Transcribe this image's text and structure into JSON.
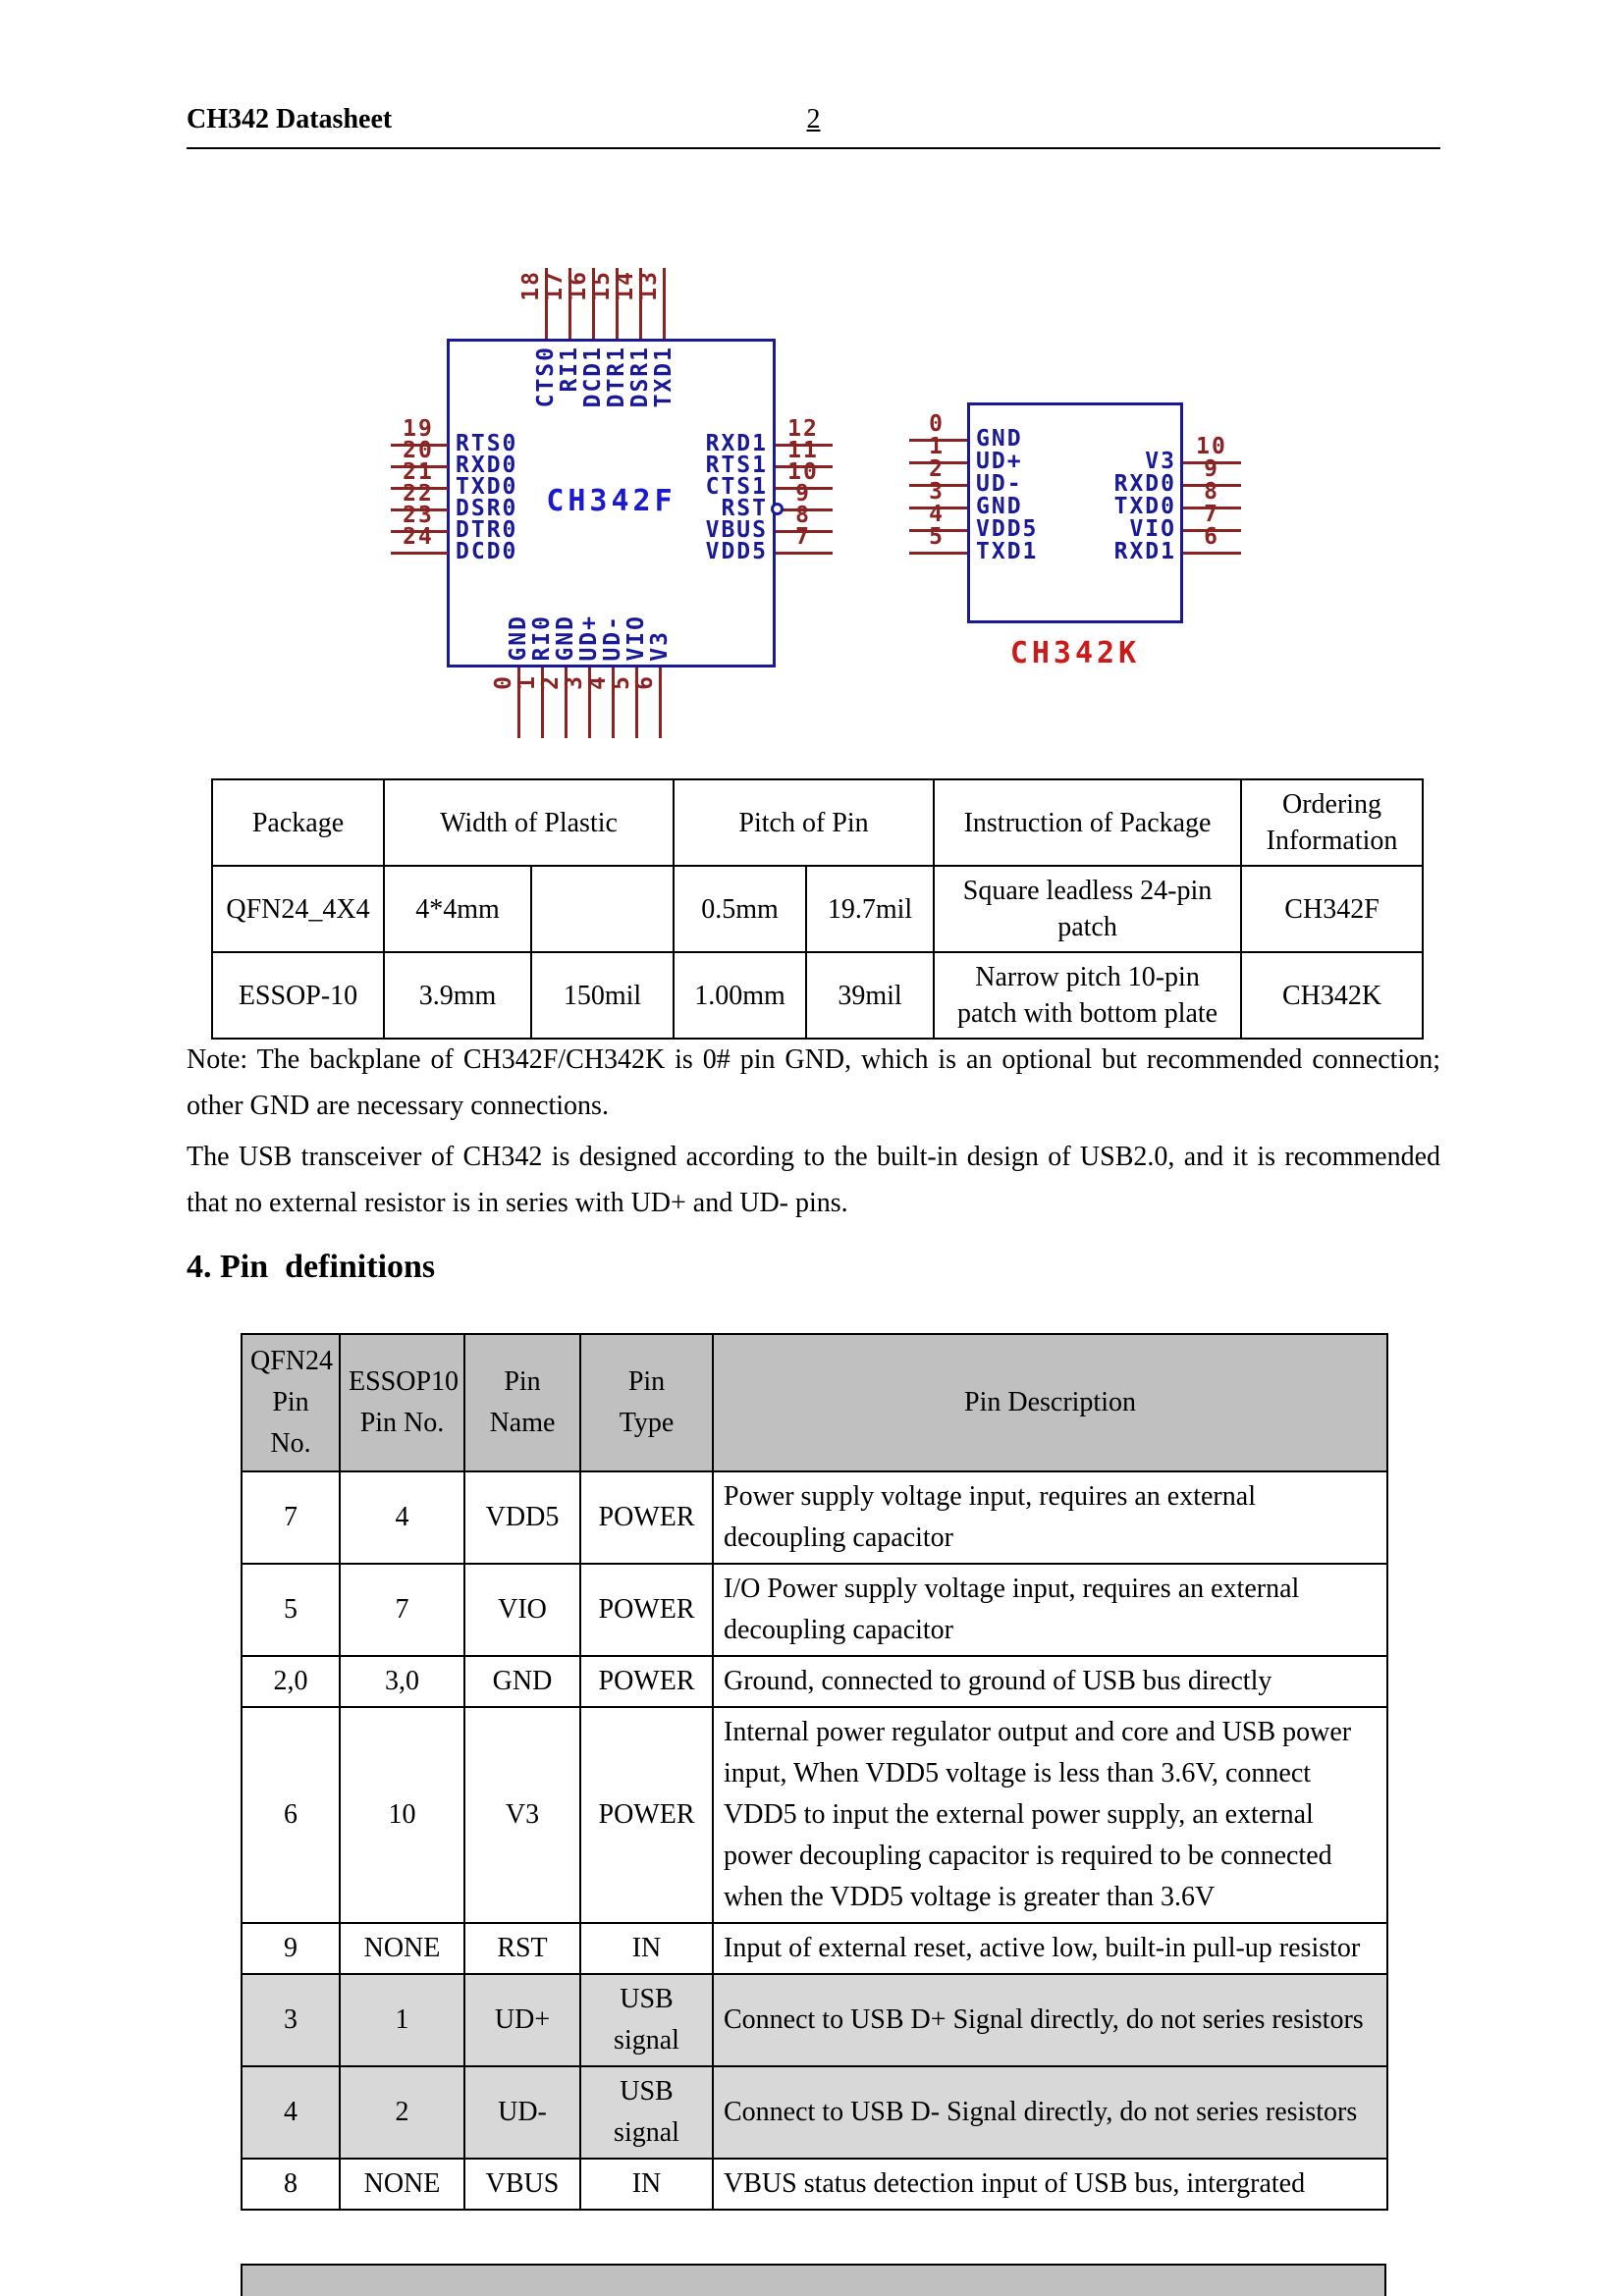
{
  "header": {
    "title": "CH342 Datasheet",
    "page_number": "2"
  },
  "colors": {
    "diagram_outline": "#1a1a99",
    "diagram_pin": "#8b2323",
    "chipf_label": "#1a1acc",
    "chipk_label": "#cc1a1a",
    "table_header_bg": "#c0c0c0",
    "shaded_row_bg": "#d8d8d8"
  },
  "diagrams": {
    "ch342f": {
      "label": "CH342F",
      "top_pins": [
        {
          "num": "18",
          "name": "CTS0"
        },
        {
          "num": "17",
          "name": "RI1"
        },
        {
          "num": "16",
          "name": "DCD1"
        },
        {
          "num": "15",
          "name": "DTR1"
        },
        {
          "num": "14",
          "name": "DSR1"
        },
        {
          "num": "13",
          "name": "TXD1"
        }
      ],
      "left_pins": [
        {
          "num": "19",
          "name": "RTS0"
        },
        {
          "num": "20",
          "name": "RXD0"
        },
        {
          "num": "21",
          "name": "TXD0"
        },
        {
          "num": "22",
          "name": "DSR0"
        },
        {
          "num": "23",
          "name": "DTR0"
        },
        {
          "num": "24",
          "name": "DCD0"
        }
      ],
      "right_pins": [
        {
          "num": "12",
          "name": "RXD1",
          "circle": false
        },
        {
          "num": "11",
          "name": "RTS1",
          "circle": false
        },
        {
          "num": "10",
          "name": "CTS1",
          "circle": false
        },
        {
          "num": "9",
          "name": "RST",
          "circle": true
        },
        {
          "num": "8",
          "name": "VBUS",
          "circle": false
        },
        {
          "num": "7",
          "name": "VDD5",
          "circle": false
        }
      ],
      "bottom_pins": [
        {
          "num": "0",
          "name": "GND"
        },
        {
          "num": "1",
          "name": "RI0"
        },
        {
          "num": "2",
          "name": "GND"
        },
        {
          "num": "3",
          "name": "UD+"
        },
        {
          "num": "4",
          "name": "UD-"
        },
        {
          "num": "5",
          "name": "VIO"
        },
        {
          "num": "6",
          "name": "V3"
        }
      ]
    },
    "ch342k": {
      "label": "CH342K",
      "left_pins": [
        {
          "num": "0",
          "name": "GND"
        },
        {
          "num": "1",
          "name": "UD+"
        },
        {
          "num": "2",
          "name": "UD-"
        },
        {
          "num": "3",
          "name": "GND"
        },
        {
          "num": "4",
          "name": "VDD5"
        },
        {
          "num": "5",
          "name": "TXD1"
        }
      ],
      "right_pins": [
        {
          "num": "10",
          "name": "V3"
        },
        {
          "num": "9",
          "name": "RXD0"
        },
        {
          "num": "8",
          "name": "TXD0"
        },
        {
          "num": "7",
          "name": "VIO"
        },
        {
          "num": "6",
          "name": "RXD1"
        }
      ]
    }
  },
  "package_table": {
    "header": [
      {
        "label": "Package",
        "colspan": 1
      },
      {
        "label": "Width of Plastic",
        "colspan": 2
      },
      {
        "label": "Pitch of Pin",
        "colspan": 2
      },
      {
        "label": "Instruction of Package",
        "colspan": 1
      },
      {
        "label": "Ordering\nInformation",
        "colspan": 1
      }
    ],
    "rows": [
      [
        "QFN24_4X4",
        "4*4mm",
        "",
        "0.5mm",
        "19.7mil",
        "Square leadless 24-pin patch",
        "CH342F"
      ],
      [
        "ESSOP-10",
        "3.9mm",
        "150mil",
        "1.00mm",
        "39mil",
        "Narrow pitch 10-pin patch with bottom plate",
        "CH342K"
      ]
    ]
  },
  "paragraphs": {
    "note": "Note: The backplane of CH342F/CH342K is 0# pin GND, which is an optional but recommended connection; other GND are necessary connections.",
    "usb": "The USB transceiver of CH342 is designed according to the built-in design of USB2.0, and it is recommended that no external resistor is in series with UD+ and UD- pins."
  },
  "section": {
    "title": "4. Pin  definitions"
  },
  "pin_table": {
    "header": [
      "QFN24\nPin No.",
      "ESSOP10\nPin No.",
      "Pin\nName",
      "Pin\nType",
      "Pin Description"
    ],
    "rows": [
      {
        "cells": [
          "7",
          "4",
          "VDD5",
          "POWER",
          "Power supply voltage input, requires an external decoupling capacitor"
        ],
        "shaded": false
      },
      {
        "cells": [
          "5",
          "7",
          "VIO",
          "POWER",
          "I/O Power supply voltage input, requires an external decoupling capacitor"
        ],
        "shaded": false
      },
      {
        "cells": [
          "2,0",
          "3,0",
          "GND",
          "POWER",
          "Ground, connected to ground of USB bus directly"
        ],
        "shaded": false
      },
      {
        "cells": [
          "6",
          "10",
          "V3",
          "POWER",
          "Internal power regulator output and core and USB power input, When VDD5 voltage is less than 3.6V, connect VDD5 to input the external power supply, an external power decoupling capacitor is required to be connected when the VDD5 voltage is greater than 3.6V"
        ],
        "shaded": false
      },
      {
        "cells": [
          "9",
          "NONE",
          "RST",
          "IN",
          "Input of external reset, active low, built-in pull-up resistor"
        ],
        "shaded": false
      },
      {
        "cells": [
          "3",
          "1",
          "UD+",
          "USB\nsignal",
          "Connect to USB D+ Signal directly, do not series resistors"
        ],
        "shaded": true
      },
      {
        "cells": [
          "4",
          "2",
          "UD-",
          "USB\nsignal",
          "Connect to USB D- Signal directly, do not series resistors"
        ],
        "shaded": true
      },
      {
        "cells": [
          "8",
          "NONE",
          "VBUS",
          "IN",
          "VBUS status detection input of USB bus, intergrated"
        ],
        "shaded": false
      }
    ]
  }
}
